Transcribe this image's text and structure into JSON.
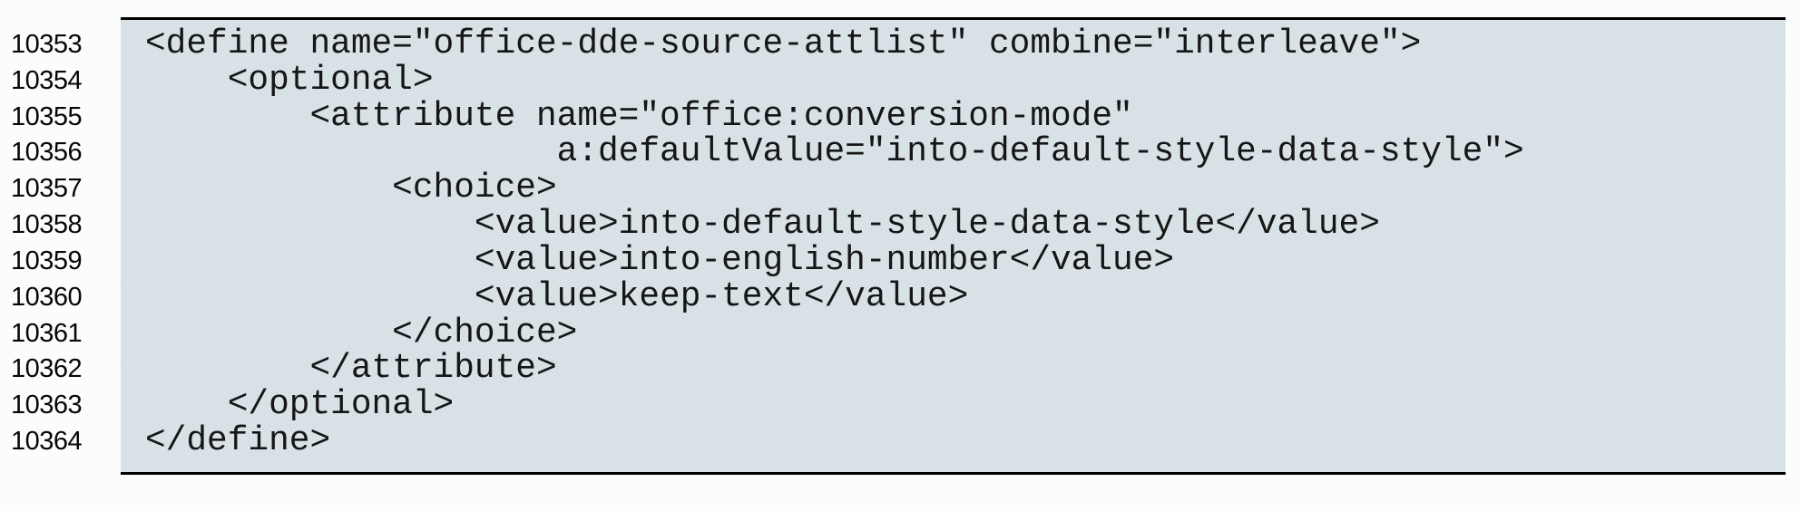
{
  "code_listing": {
    "description": "Relax-NG schema fragment for office-dde-source-attlist",
    "colors": {
      "code_background": "#d8e2e6",
      "page_background": "#fbfdfd",
      "rule": "#000000",
      "code_text": "#161616",
      "line_number_text": "#060606"
    },
    "lines": [
      {
        "number": "10353",
        "code": "<define name=\"office-dde-source-attlist\" combine=\"interleave\">"
      },
      {
        "number": "10354",
        "code": "    <optional>"
      },
      {
        "number": "10355",
        "code": "        <attribute name=\"office:conversion-mode\""
      },
      {
        "number": "10356",
        "code": "                    a:defaultValue=\"into-default-style-data-style\">"
      },
      {
        "number": "10357",
        "code": "            <choice>"
      },
      {
        "number": "10358",
        "code": "                <value>into-default-style-data-style</value>"
      },
      {
        "number": "10359",
        "code": "                <value>into-english-number</value>"
      },
      {
        "number": "10360",
        "code": "                <value>keep-text</value>"
      },
      {
        "number": "10361",
        "code": "            </choice>"
      },
      {
        "number": "10362",
        "code": "        </attribute>"
      },
      {
        "number": "10363",
        "code": "    </optional>"
      },
      {
        "number": "10364",
        "code": "</define>"
      }
    ]
  }
}
